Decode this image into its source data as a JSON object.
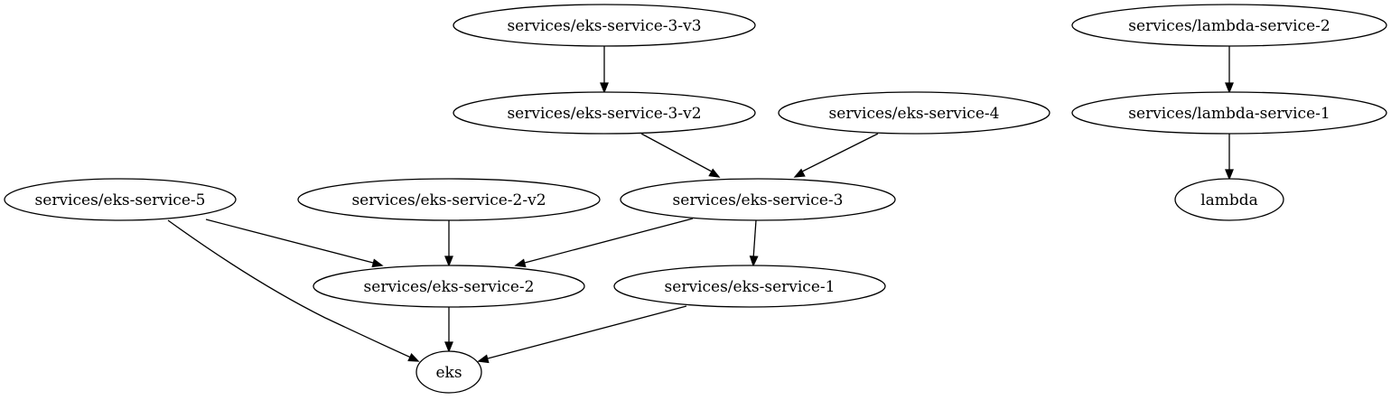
{
  "graph": {
    "nodes": [
      {
        "id": "eks3v3",
        "label": "services/eks-service-3-v3"
      },
      {
        "id": "eks3v2",
        "label": "services/eks-service-3-v2"
      },
      {
        "id": "eks4",
        "label": "services/eks-service-4"
      },
      {
        "id": "eks3",
        "label": "services/eks-service-3"
      },
      {
        "id": "eks5",
        "label": "services/eks-service-5"
      },
      {
        "id": "eks2v2",
        "label": "services/eks-service-2-v2"
      },
      {
        "id": "eks2",
        "label": "services/eks-service-2"
      },
      {
        "id": "eks1",
        "label": "services/eks-service-1"
      },
      {
        "id": "eks",
        "label": "eks"
      },
      {
        "id": "lambda2",
        "label": "services/lambda-service-2"
      },
      {
        "id": "lambda1",
        "label": "services/lambda-service-1"
      },
      {
        "id": "lambda",
        "label": "lambda"
      }
    ],
    "edges": [
      {
        "from": "eks3v3",
        "to": "eks3v2"
      },
      {
        "from": "eks3v2",
        "to": "eks3"
      },
      {
        "from": "eks4",
        "to": "eks3"
      },
      {
        "from": "eks5",
        "to": "eks2"
      },
      {
        "from": "eks5",
        "to": "eks"
      },
      {
        "from": "eks2v2",
        "to": "eks2"
      },
      {
        "from": "eks3",
        "to": "eks2"
      },
      {
        "from": "eks3",
        "to": "eks1"
      },
      {
        "from": "eks2",
        "to": "eks"
      },
      {
        "from": "eks1",
        "to": "eks"
      },
      {
        "from": "lambda2",
        "to": "lambda1"
      },
      {
        "from": "lambda1",
        "to": "lambda"
      }
    ]
  }
}
